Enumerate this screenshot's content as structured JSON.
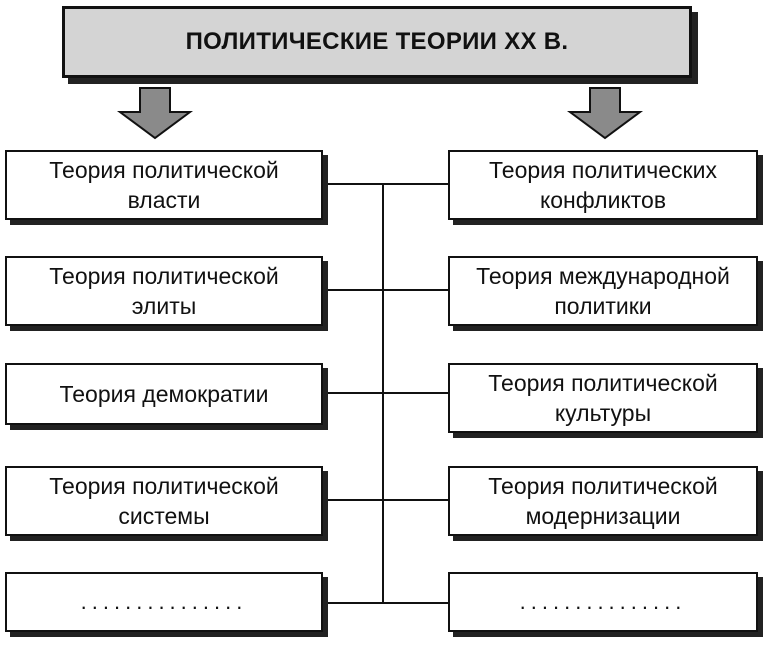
{
  "title": "ПОЛИТИЧЕСКИЕ ТЕОРИИ ХХ В.",
  "left_nodes": [
    {
      "line1": "Теория политической",
      "line2": "власти"
    },
    {
      "line1": "Теория политической",
      "line2": "элиты"
    },
    {
      "line1": "Теория демократии",
      "line2": ""
    },
    {
      "line1": "Теория политической",
      "line2": "системы"
    },
    {
      "line1": "...............",
      "line2": ""
    }
  ],
  "right_nodes": [
    {
      "line1": "Теория политических",
      "line2": "конфликтов"
    },
    {
      "line1": "Теория международной",
      "line2": "политики"
    },
    {
      "line1": "Теория политической",
      "line2": "культуры"
    },
    {
      "line1": "Теория политической",
      "line2": "модернизации"
    },
    {
      "line1": "...............",
      "line2": ""
    }
  ]
}
